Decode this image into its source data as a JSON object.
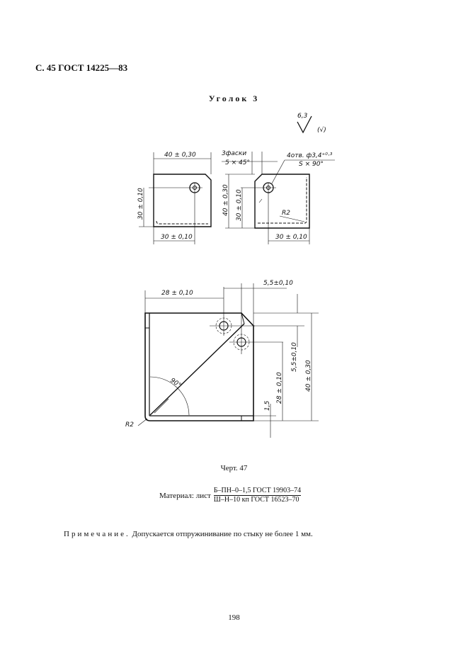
{
  "header": "С. 45 ГОСТ 14225—83",
  "title": "Уголок 3",
  "roughness": {
    "value": "6,3",
    "extra": "(√)"
  },
  "top_view": {
    "width": "40 ± 0,30",
    "height": "30 ± 0,10",
    "bottom": "30 ± 0,10"
  },
  "side_view": {
    "chamfer_label": "3фаски",
    "chamfer_size": "5 × 45°",
    "holes_label": "4отв. ф3,4⁺⁰·³",
    "holes_size": "S × 90°",
    "height": "40 ± 0,30",
    "hole_height": "30 ± 0,10",
    "radius": "R2",
    "bottom": "30 ± 0,10"
  },
  "main_view": {
    "width": "28 ± 0,10",
    "offset": "5,5±0,10",
    "v_offset": "5,5±0,10",
    "v_height": "28 ± 0,10",
    "total": "40 ± 0,30",
    "thickness": "1,5",
    "angle": "90°",
    "radius": "R2"
  },
  "caption": "Черт. 47",
  "material": {
    "label": "Материал: лист",
    "top": "Б–ПН–0–1,5 ГОСТ 19903–74",
    "bottom": "Ш–Н–10 кп ГОСТ 16523–70"
  },
  "note": {
    "lead": "Примечание.",
    "text": " Допускается отпружинивание по стыку не более 1 мм."
  },
  "page_number": "198"
}
